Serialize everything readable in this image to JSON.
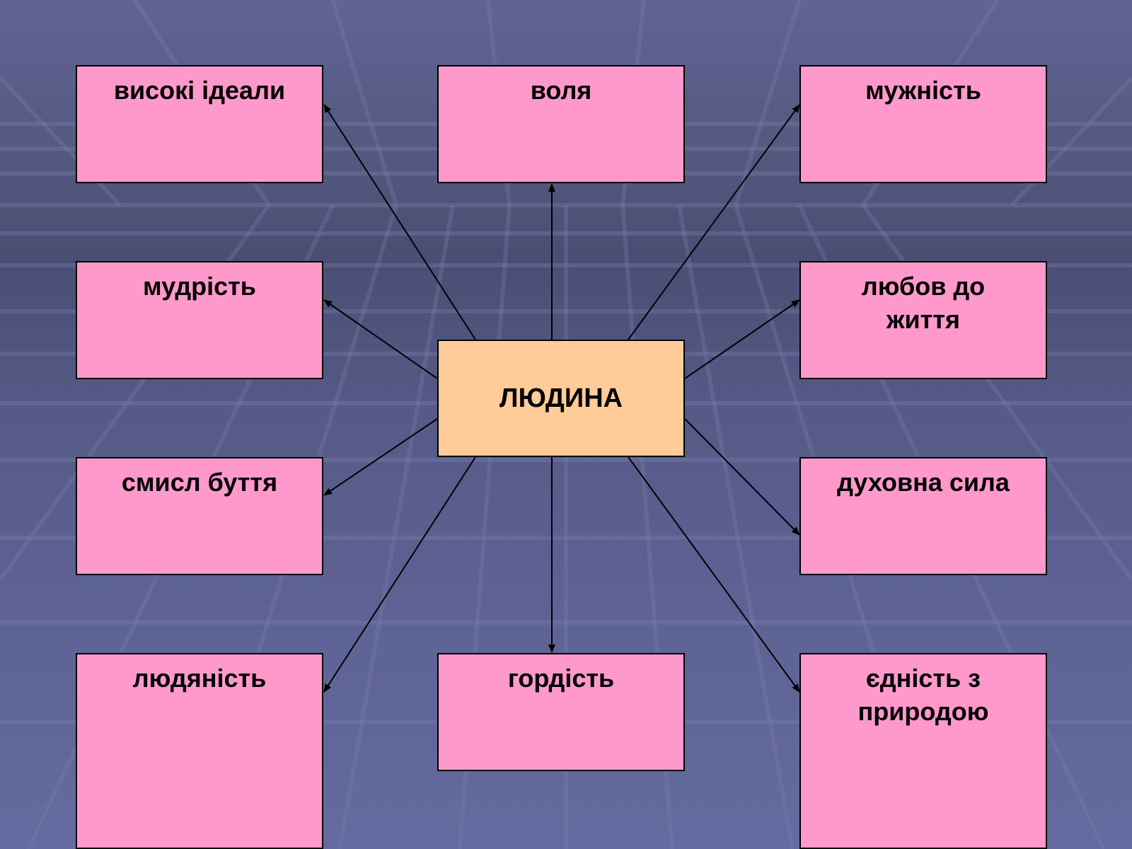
{
  "diagram": {
    "center": {
      "label": "ЛЮДИНА"
    },
    "nodes": [
      {
        "id": "high-ideals",
        "label": "високі ідеали"
      },
      {
        "id": "will",
        "label": "воля"
      },
      {
        "id": "courage",
        "label": "мужність"
      },
      {
        "id": "wisdom",
        "label": "мудрість"
      },
      {
        "id": "love-of-life",
        "label": "любов до\nжиття"
      },
      {
        "id": "meaning-of-being",
        "label": "смисл буття"
      },
      {
        "id": "spiritual-strength",
        "label": "духовна сила"
      },
      {
        "id": "humanity",
        "label": "людяність"
      },
      {
        "id": "pride",
        "label": "гордість"
      },
      {
        "id": "unity-with-nature",
        "label": "єдність з\nприродою"
      }
    ]
  }
}
